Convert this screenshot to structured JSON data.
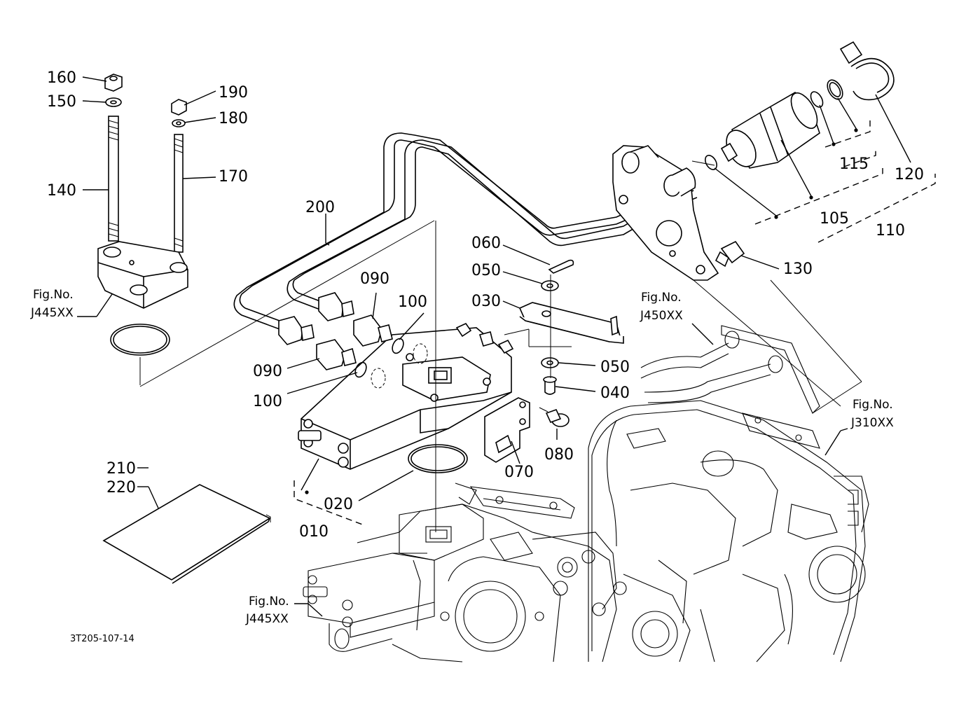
{
  "diagram": {
    "callouts": {
      "c160": "160",
      "c150": "150",
      "c140": "140",
      "c190": "190",
      "c180": "180",
      "c170": "170",
      "c200": "200",
      "c060": "060",
      "c050a": "050",
      "c050b": "050",
      "c030": "030",
      "c040": "040",
      "c090a": "090",
      "c090b": "090",
      "c100a": "100",
      "c100b": "100",
      "c080": "080",
      "c070": "070",
      "c020": "020",
      "c010": "010",
      "c210": "210",
      "c220": "220",
      "c130": "130",
      "c105": "105",
      "c110": "110",
      "c115": "115",
      "c120": "120"
    },
    "fig_refs": {
      "ref1_line1": "Fig.No.",
      "ref1_line2": "J445XX",
      "ref2_line1": "Fig.No.",
      "ref2_line2": "J450XX",
      "ref3_line1": "Fig.No.",
      "ref3_line2": "J310XX",
      "ref4_line1": "Fig.No.",
      "ref4_line2": "J445XX"
    },
    "drawing_code": "3T205-107-14"
  }
}
